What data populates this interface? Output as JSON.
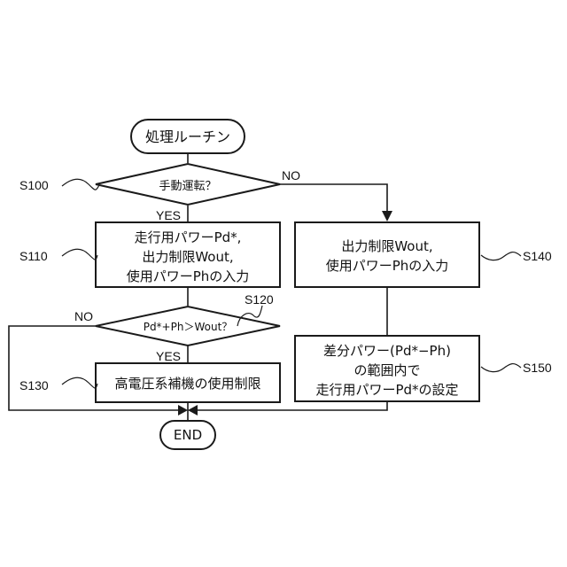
{
  "start": {
    "text": "処理ルーチン"
  },
  "end": {
    "text": "END"
  },
  "decision_manual": {
    "text": "手動運転？",
    "yes": "YES",
    "no": "NO",
    "step": "S100"
  },
  "box_s110": {
    "lines": [
      "走行用パワーPd*,",
      "出力制限Wout,",
      "使用パワーPhの入力"
    ],
    "step": "S110"
  },
  "decision_compare": {
    "text": "Pd*+Ph＞Wout？",
    "yes": "YES",
    "no": "NO",
    "step": "S120"
  },
  "box_s130": {
    "text": "高電圧系補機の使用制限",
    "step": "S130"
  },
  "box_s140": {
    "lines": [
      "出力制限Wout,",
      "使用パワーPhの入力"
    ],
    "step": "S140"
  },
  "box_s150": {
    "lines": [
      "差分パワー(Pd*−Ph)",
      "の範囲内で",
      "走行用パワーPd*の設定"
    ],
    "step": "S150"
  }
}
